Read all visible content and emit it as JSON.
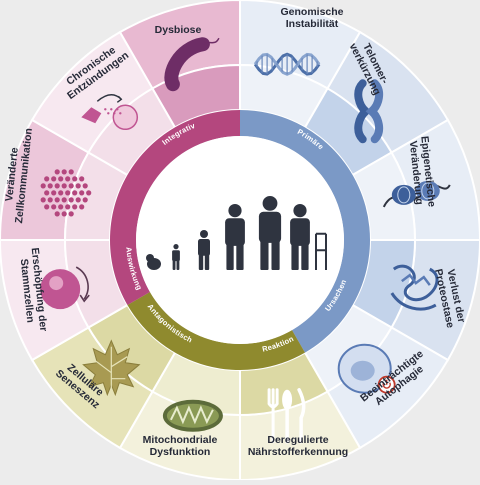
{
  "segments": [
    {
      "id": "genomische-instabilitaet",
      "lines": [
        "Genomische",
        "Instabilität"
      ],
      "icon": "dna-icon",
      "outer": "#e7edf6",
      "inner": "#eef2f8"
    },
    {
      "id": "telomerverkuerzung",
      "lines": [
        "Telomer-",
        "verkürzung"
      ],
      "icon": "chromosome-icon",
      "outer": "#d9e2f0",
      "inner": "#c3d3ea"
    },
    {
      "id": "epigenetische-veraenderung",
      "lines": [
        "Epigenetische",
        "Veränderung"
      ],
      "icon": "nucleosome-icon",
      "outer": "#e7edf6",
      "inner": "#eef2f8"
    },
    {
      "id": "proteostase",
      "lines": [
        "Verlust der",
        "Proteostase"
      ],
      "icon": "protein-icon",
      "outer": "#d9e2f0",
      "inner": "#c3d3ea"
    },
    {
      "id": "autophagie",
      "lines": [
        "Beeinträchtigte",
        "Autophagie"
      ],
      "icon": "autophagy-cell-icon",
      "outer": "#e7edf6",
      "inner": "#eef2f8"
    },
    {
      "id": "naehrstofferkennung",
      "lines": [
        "Deregulierte",
        "Nährstofferkennung"
      ],
      "icon": "cutlery-icon",
      "outer": "#f3f1dc",
      "inner": "#dcd9a4"
    },
    {
      "id": "mitochondriale-dysfunktion",
      "lines": [
        "Mitochondriale",
        "Dysfunktion"
      ],
      "icon": "mitochondrion-icon",
      "outer": "#f3f1dc",
      "inner": "#eeedd0"
    },
    {
      "id": "zellulaere-seneszenz",
      "lines": [
        "Zelluläre",
        "Seneszenz"
      ],
      "icon": "leaf-icon",
      "outer": "#e6e3b8",
      "inner": "#dcd9a4"
    },
    {
      "id": "stammzellen",
      "lines": [
        "Erschöpfung der",
        "Stammzellen"
      ],
      "icon": "stem-cell-icon",
      "outer": "#f7e8f0",
      "inner": "#f3dfe9"
    },
    {
      "id": "zellkommunikation",
      "lines": [
        "Veränderte",
        "Zellkommunikation"
      ],
      "icon": "cell-dots-icon",
      "outer": "#ecc7da",
      "inner": "#f3dfe9"
    },
    {
      "id": "entzuendungen",
      "lines": [
        "Chronische",
        "Entzündungen"
      ],
      "icon": "inflammation-icon",
      "outer": "#f7e8f0",
      "inner": "#f3dfe9"
    },
    {
      "id": "dysbiose",
      "lines": [
        "Dysbiose"
      ],
      "icon": "bacterium-icon",
      "outer": "#e8b9d1",
      "inner": "#d99bbd"
    }
  ],
  "ring": {
    "primary": {
      "color": "#7b99c6",
      "labels": [
        "Primäre",
        "Ursachen"
      ]
    },
    "antagonistic": {
      "color": "#8f8a2e",
      "labels": [
        "Antagonistisch",
        "Reaktion"
      ]
    },
    "integrative": {
      "color": "#b4477e",
      "labels": [
        "Integrativ",
        "Auswirkung"
      ]
    }
  },
  "center": {
    "icon": "human-lifespan-silhouettes-icon",
    "color": "#2f3440"
  }
}
